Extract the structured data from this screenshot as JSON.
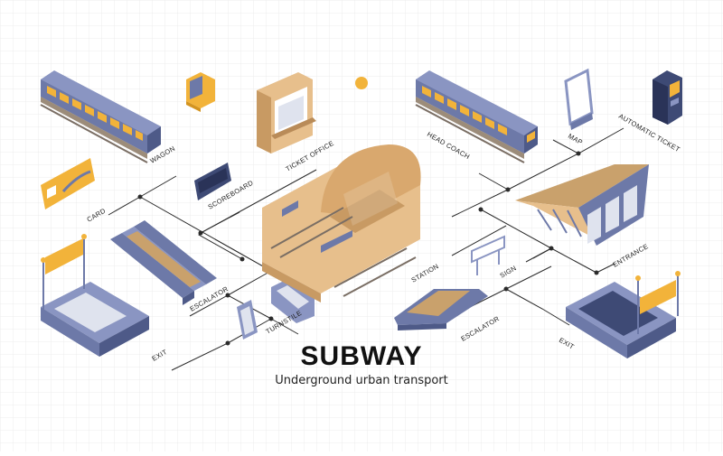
{
  "title": "SUBWAY",
  "subtitle": "Underground urban transport",
  "labels": {
    "wagon": "WAGON",
    "card": "CARD",
    "scoreboard": "SCOREBOARD",
    "ticket_office": "TICKET OFFICE",
    "escalator_left": "ESCALATOR",
    "exit_left": "EXIT",
    "turnstile": "TURNSTILE",
    "station": "STATION",
    "head_coach": "HEAD COACH",
    "map": "MAP",
    "automatic_ticket": "AUTOMATIC TICKET",
    "sign": "SIGN",
    "entrance": "ENTRANCE",
    "escalator_right": "ESCALATOR",
    "exit_right": "EXIT"
  },
  "colors": {
    "grid": "#eeeeee",
    "connector": "#2b2b2b",
    "train_body": "#6d79a8",
    "train_window": "#f2b33a",
    "tunnel": "#e7bf8c",
    "rail": "#7a6e64",
    "card": "#f2b33a",
    "dark": "#3e4a75"
  }
}
